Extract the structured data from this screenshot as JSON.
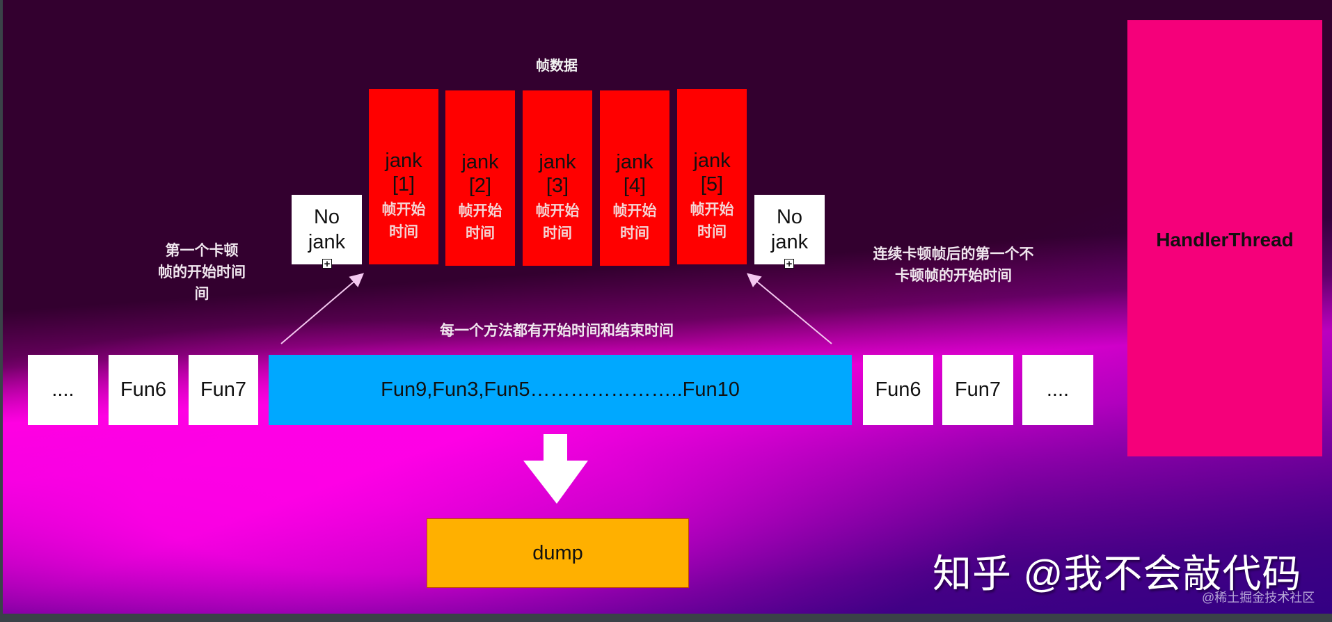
{
  "header": {
    "frames_title": "帧数据"
  },
  "frames": {
    "jank": [
      {
        "label": "jank",
        "index": "[1]",
        "caption_line1": "帧开始",
        "caption_line2": "时间"
      },
      {
        "label": "jank",
        "index": "[2]",
        "caption_line1": "帧开始",
        "caption_line2": "时间"
      },
      {
        "label": "jank",
        "index": "[3]",
        "caption_line1": "帧开始",
        "caption_line2": "时间"
      },
      {
        "label": "jank",
        "index": "[4]",
        "caption_line1": "帧开始",
        "caption_line2": "时间"
      },
      {
        "label": "jank",
        "index": "[5]",
        "caption_line1": "帧开始",
        "caption_line2": "时间"
      }
    ],
    "no_jank_left": {
      "line1": "No",
      "line2": "jank",
      "plus": "+"
    },
    "no_jank_right": {
      "line1": "No",
      "line2": "jank",
      "plus": "+"
    }
  },
  "annotations": {
    "left_line1": "第一个卡顿",
    "left_line2": "帧的开始时间",
    "left_line3": "间",
    "right_line1": "连续卡顿帧后的第一个不",
    "right_line2": "卡顿帧的开始时间",
    "methods_note": "每一个方法都有开始时间和结束时间"
  },
  "methods": {
    "left": [
      "....",
      "Fun6",
      "Fun7"
    ],
    "main_bar": "Fun9,Fun3,Fun5…………………..Fun10",
    "right": [
      "Fun6",
      "Fun7",
      "...."
    ]
  },
  "thread": {
    "label": "HandlerThread"
  },
  "output": {
    "label": "dump"
  },
  "watermark": {
    "text": "知乎 @我不会敲代码",
    "credit": "@稀土掘金技术社区"
  },
  "colors": {
    "jank": "#ff0000",
    "no_jank": "#ffffff",
    "method_bar": "#00a8ff",
    "handler_thread": "#f5007a",
    "dump": "#ffb000",
    "background_dark": "#33002f",
    "background_magenta": "#ff00e0"
  }
}
